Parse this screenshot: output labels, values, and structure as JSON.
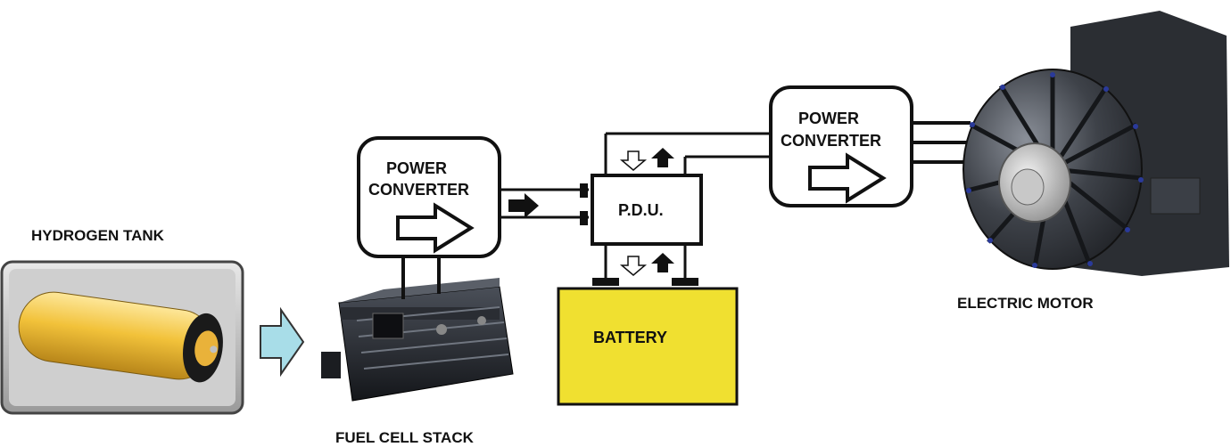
{
  "labels": {
    "hydrogen_tank": "HYDROGEN TANK",
    "fuel_cell_stack": "FUEL CELL STACK",
    "power_converter_1_line1": "POWER",
    "power_converter_1_line2": "CONVERTER",
    "pdu": "P.D.U.",
    "battery": "BATTERY",
    "power_converter_2_line1": "POWER",
    "power_converter_2_line2": "CONVERTER",
    "electric_motor": "ELECTRIC MOTOR"
  },
  "colors": {
    "tank_body": "#f2c94c",
    "tank_frame": "#8a8a8a",
    "battery_fill": "#f0e030",
    "hydrogen_arrow": "#a8dde8",
    "line": "#111111",
    "motor_body": "#3a3d42"
  }
}
